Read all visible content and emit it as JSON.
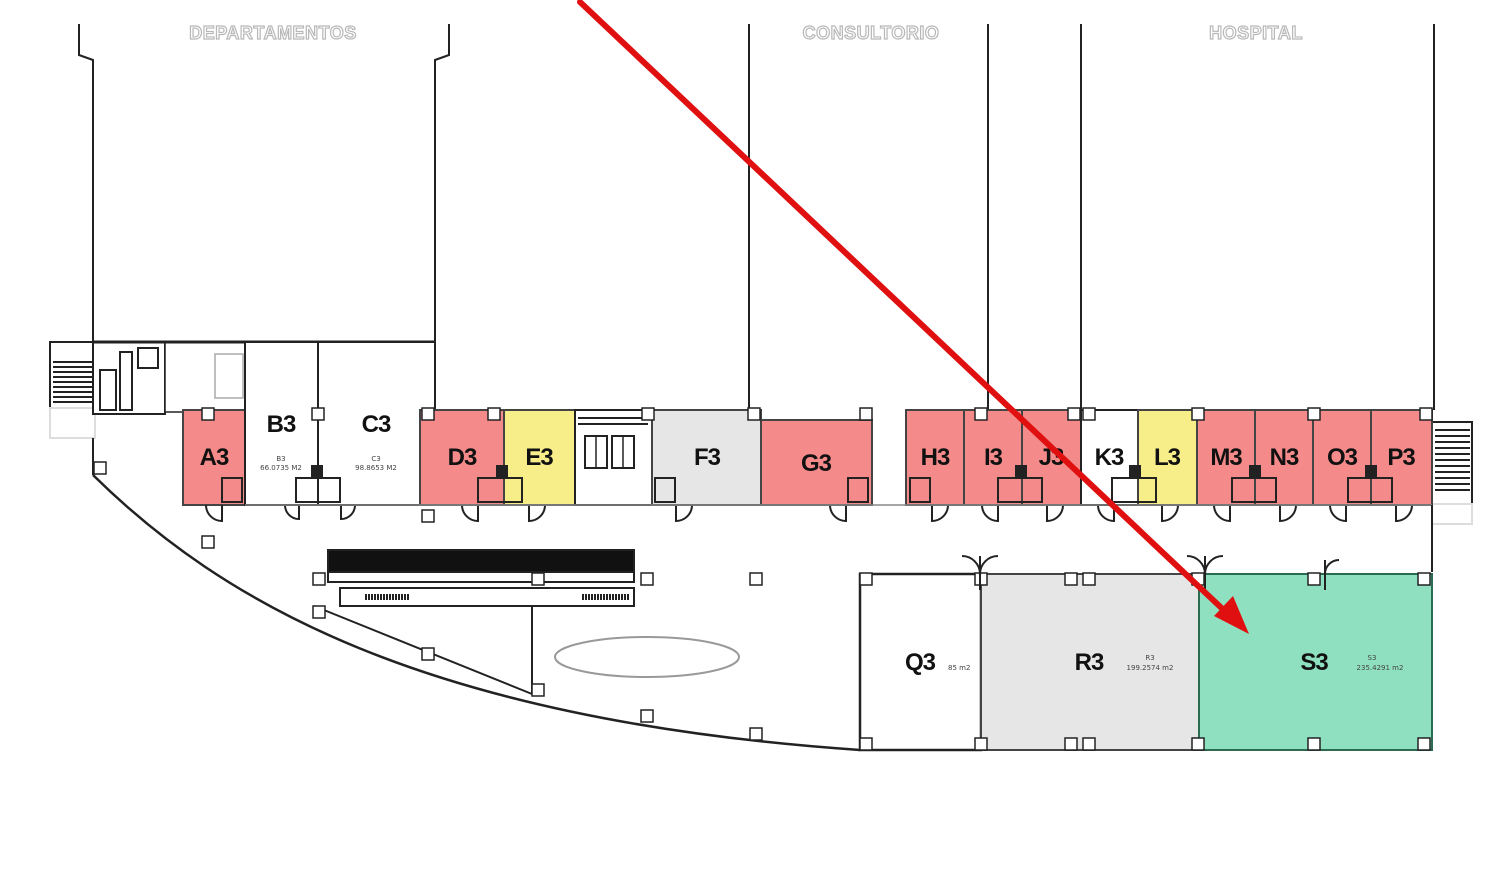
{
  "zones": [
    {
      "id": "departamentos",
      "label": "DEPARTAMENTOS"
    },
    {
      "id": "consultorio",
      "label": "CONSULTORIO"
    },
    {
      "id": "hospital",
      "label": "HOSPITAL"
    }
  ],
  "units": [
    {
      "id": "A3",
      "label": "A3",
      "status": "sold"
    },
    {
      "id": "B3",
      "label": "B3",
      "status": "available",
      "detail_code": "B3",
      "area": "66.0735 M2"
    },
    {
      "id": "C3",
      "label": "C3",
      "status": "available",
      "detail_code": "C3",
      "area": "98.8653 M2"
    },
    {
      "id": "D3",
      "label": "D3",
      "status": "sold"
    },
    {
      "id": "E3",
      "label": "E3",
      "status": "reserved"
    },
    {
      "id": "F3",
      "label": "F3",
      "status": "unavailable"
    },
    {
      "id": "G3",
      "label": "G3",
      "status": "sold"
    },
    {
      "id": "H3",
      "label": "H3",
      "status": "sold"
    },
    {
      "id": "I3",
      "label": "I3",
      "status": "sold"
    },
    {
      "id": "J3",
      "label": "J3",
      "status": "sold"
    },
    {
      "id": "K3",
      "label": "K3",
      "status": "available"
    },
    {
      "id": "L3",
      "label": "L3",
      "status": "reserved"
    },
    {
      "id": "M3",
      "label": "M3",
      "status": "sold"
    },
    {
      "id": "N3",
      "label": "N3",
      "status": "sold"
    },
    {
      "id": "O3",
      "label": "O3",
      "status": "sold"
    },
    {
      "id": "P3",
      "label": "P3",
      "status": "sold"
    },
    {
      "id": "Q3",
      "label": "Q3",
      "status": "available",
      "area": "85 m2"
    },
    {
      "id": "R3",
      "label": "R3",
      "status": "unavailable",
      "detail_code": "R3",
      "area": "199.2574 m2"
    },
    {
      "id": "S3",
      "label": "S3",
      "status": "highlighted",
      "detail_code": "S3",
      "area": "235.4291 m2"
    }
  ],
  "status_colors": {
    "sold": "#f48a8a",
    "reserved": "#f7ee8a",
    "available": "#ffffff",
    "unavailable": "#e6e6e6",
    "highlighted": "#8fe0c0"
  },
  "pointer_arrow": {
    "color": "#e01010",
    "target": "S3"
  }
}
